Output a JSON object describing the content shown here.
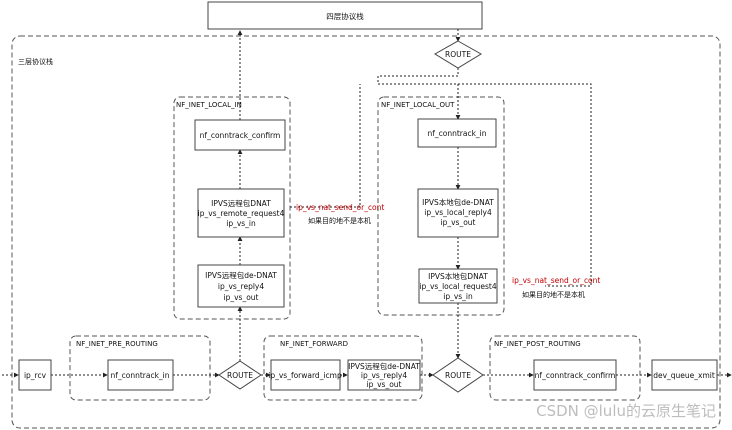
{
  "layer4_label": "四层协议栈",
  "layer3_label": "三层协议栈",
  "groups": {
    "local_in": "NF_INET_LOCAL_IN",
    "local_out": "NF_INET_LOCAL_OUT",
    "pre_routing": "NF_INET_PRE_ROUTING",
    "forward": "NF_INET_FORWARD",
    "post_routing": "NF_INET_POST_ROUTING"
  },
  "nodes": {
    "conntrack_confirm_in": "nf_conntrack_confirm",
    "ipvs_remote_dnat": [
      "IPVS远程包DNAT",
      "ip_vs_remote_request4",
      "ip_vs_in"
    ],
    "ipvs_remote_de_dnat": [
      "IPVS远程包de-DNAT",
      "ip_vs_reply4",
      "ip_vs_out"
    ],
    "conntrack_in_out": "nf_conntrack_in",
    "ipvs_local_de_dnat": [
      "IPVS本地包de-DNAT",
      "ip_vs_local_reply4",
      "ip_vs_out"
    ],
    "ipvs_local_dnat": [
      "IPVS本地包DNAT",
      "ip_vs_local_request4",
      "ip_vs_in"
    ],
    "ip_rcv": "ip_rcv",
    "conntrack_in_pre": "nf_conntrack_in",
    "forward_icmp": "ip_vs_forward_icmp",
    "ipvs_forward_de_dnat": [
      "IPVS远程包de-DNAT",
      "ip_vs_reply4",
      "ip_vs_out"
    ],
    "conntrack_confirm_post": "nf_conntrack_confirm",
    "dev_queue_xmit": "dev_queue_xmit",
    "route_top": "ROUTE",
    "route_pre": "ROUTE",
    "route_post": "ROUTE"
  },
  "edge_labels": {
    "nat_send_1": "ip_vs_nat_send_or_cont",
    "note_1": "如果目的地不是本机",
    "nat_send_2": "ip_vs_nat_send_or_cont",
    "note_2": "如果目的地不是本机"
  },
  "watermark": "CSDN @lulu的云原生笔记"
}
